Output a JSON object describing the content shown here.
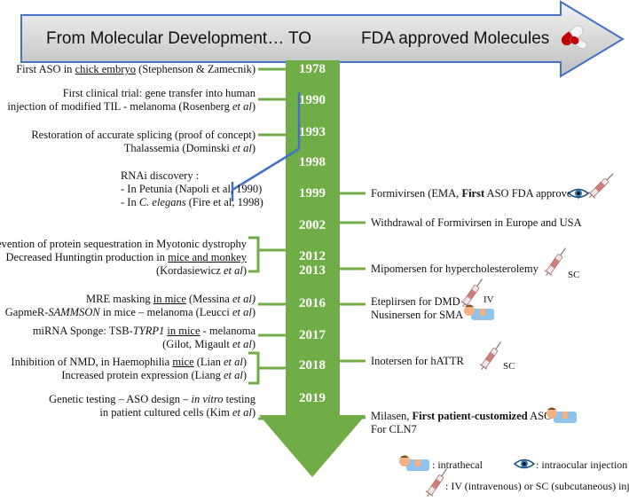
{
  "header": {
    "left": "From Molecular Development…",
    "middle": "TO",
    "right": "FDA approved Molecules"
  },
  "years": [
    "1978",
    "1990",
    "1993",
    "1998",
    "1999",
    "2002",
    "2012",
    "2013",
    "2016",
    "2017",
    "2018",
    "2019"
  ],
  "left_events": {
    "e1978": {
      "a": "First ASO in ",
      "u": "chick embryo",
      "b": " (Stephenson & Zamecnik)"
    },
    "e1990": {
      "l1": "First clinical trial: gene transfer into human",
      "l2a": "injection of modified TIL -  melanoma (Rosenberg ",
      "l2i": "et al",
      "l2b": ")"
    },
    "e1993": {
      "l1": "Restoration of accurate splicing (proof of concept)",
      "l2": "Thalassemia (Dominski ",
      "l2i": "et al",
      "l2b": ")"
    },
    "e1998": {
      "l1": "RNAi discovery :",
      "l2": "- In Petunia (Napoli et al, 1990)",
      "l3a": "- In ",
      "l3i": "C. elegans",
      "l3b": " (Fire et al, 1998)"
    },
    "e2012": {
      "l1": "Prevention of protein sequestration in Myotonic dystrophy",
      "l2a": "Decreased Huntingtin production in ",
      "l2u": "mice and monkey",
      "l3a": "(Kordasiewicz ",
      "l3i": "et al",
      "l3b": ")"
    },
    "e2016": {
      "l1a": "MRE masking ",
      "l1u": "in mice",
      "l1b": " (Messina ",
      "l1i": "et al)",
      "l2a": "GapmeR-",
      "l2i": "SAMMSON",
      "l2b": " in mice – melanoma (Leucci ",
      "l2i2": "et al",
      "l2c": ")"
    },
    "e2017": {
      "l1a": "miRNA Sponge: TSB-",
      "l1i": "TYRP1",
      "l1b": " ",
      "l1u": "in mice",
      "l1c": " - melanoma",
      "l2a": "(Gilot, Migault ",
      "l2i": "et al",
      "l2b": ")"
    },
    "e2018": {
      "l1a": "Inhibition of NMD, in Haemophilia ",
      "l1u": "mice",
      "l1b": " (Lian ",
      "l1i": "et al",
      "l1c": ")",
      "l2a": "Increased protein expression (Liang ",
      "l2i": "et al",
      "l2b": ")"
    },
    "e2019": {
      "l1a": "Genetic testing – ASO design – ",
      "l1i": "in vitro",
      "l1b": " testing",
      "l2a": "in patient cultured cells (Kim ",
      "l2i": "et al",
      "l2b": ")"
    }
  },
  "right_events": {
    "e1999": {
      "a": "Formivirsen (EMA, ",
      "b": "First",
      "c": " ASO FDA approved)"
    },
    "e2002": {
      "a": "Withdrawal of Formivirsen in Europe and USA"
    },
    "e2013": {
      "a": "Mipomersen for  hypercholesterolemy",
      "route": "SC"
    },
    "e2016": {
      "l1": "Eteplirsen for DMD",
      "l2": "Nusinersen  for SMA",
      "route": "IV"
    },
    "e2018": {
      "a": "Inotersen for hATTR",
      "route": "SC"
    },
    "e2019": {
      "l1a": "Milasen, ",
      "l1b": "First patient-customized",
      "l1c": " ASO",
      "l2": "For CLN7"
    }
  },
  "legend": {
    "intrathecal": ": intrathecal",
    "intraocular": ": intraocular injection",
    "syringe": ": IV (intravenous) or SC (subcutaneous) injection"
  },
  "icons": [
    "pill-capsule-icon",
    "eye-icon",
    "syringe-icon",
    "patient-back-icon"
  ],
  "colors": {
    "arrow_green": "#70ad47",
    "header_gray": "#d9d9d9",
    "header_border": "#4472c4",
    "bracket_blue": "#4472c4"
  }
}
